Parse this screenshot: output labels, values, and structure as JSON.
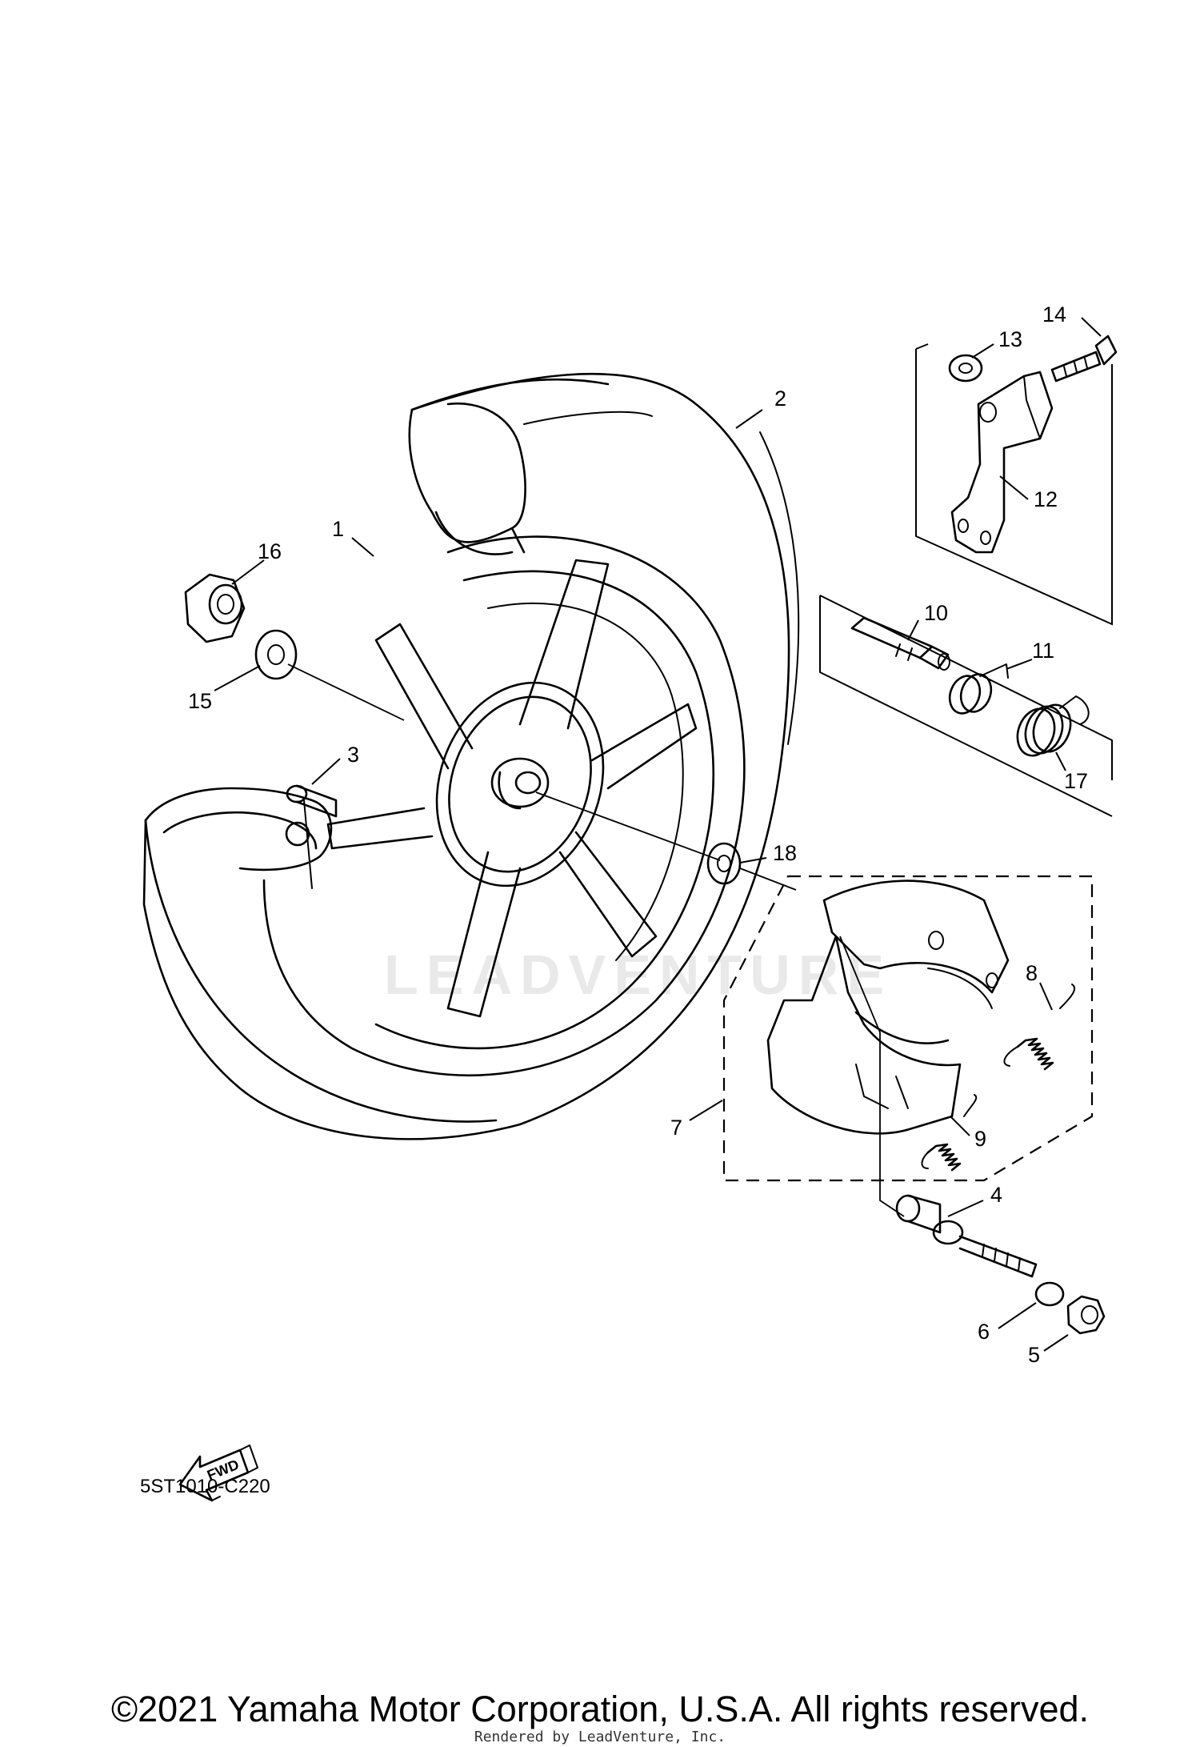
{
  "diagram": {
    "code": "5ST1010-C220",
    "fwd_label": "FWD",
    "watermark": "LEADVENTURE",
    "copyright": "©2021 Yamaha Motor Corporation, U.S.A. All rights reserved.",
    "rendered_by": "Rendered by LeadVenture, Inc.",
    "part_numbers": [
      "1",
      "2",
      "3",
      "4",
      "5",
      "6",
      "7",
      "8",
      "9",
      "10",
      "11",
      "12",
      "13",
      "14",
      "15",
      "16",
      "17",
      "18"
    ]
  }
}
